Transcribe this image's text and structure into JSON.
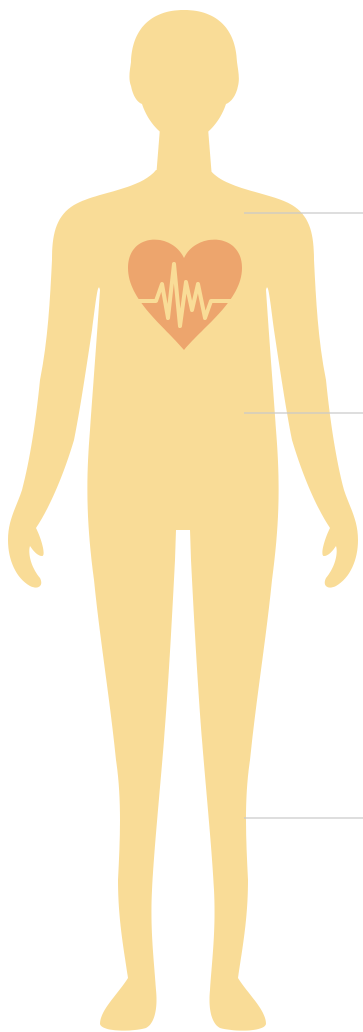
{
  "colors": {
    "background": "#ffffff",
    "body_fill": "#f9dc97",
    "heart_fill": "#eda56d",
    "heartbeat_line": "#f9dc97",
    "callout_line": "#c9c9c9"
  },
  "icons": {
    "body": "human-body-silhouette",
    "heart": "heart-pulse-icon"
  },
  "callouts": [
    {
      "target": "chest"
    },
    {
      "target": "abdomen"
    },
    {
      "target": "lower-leg"
    }
  ]
}
